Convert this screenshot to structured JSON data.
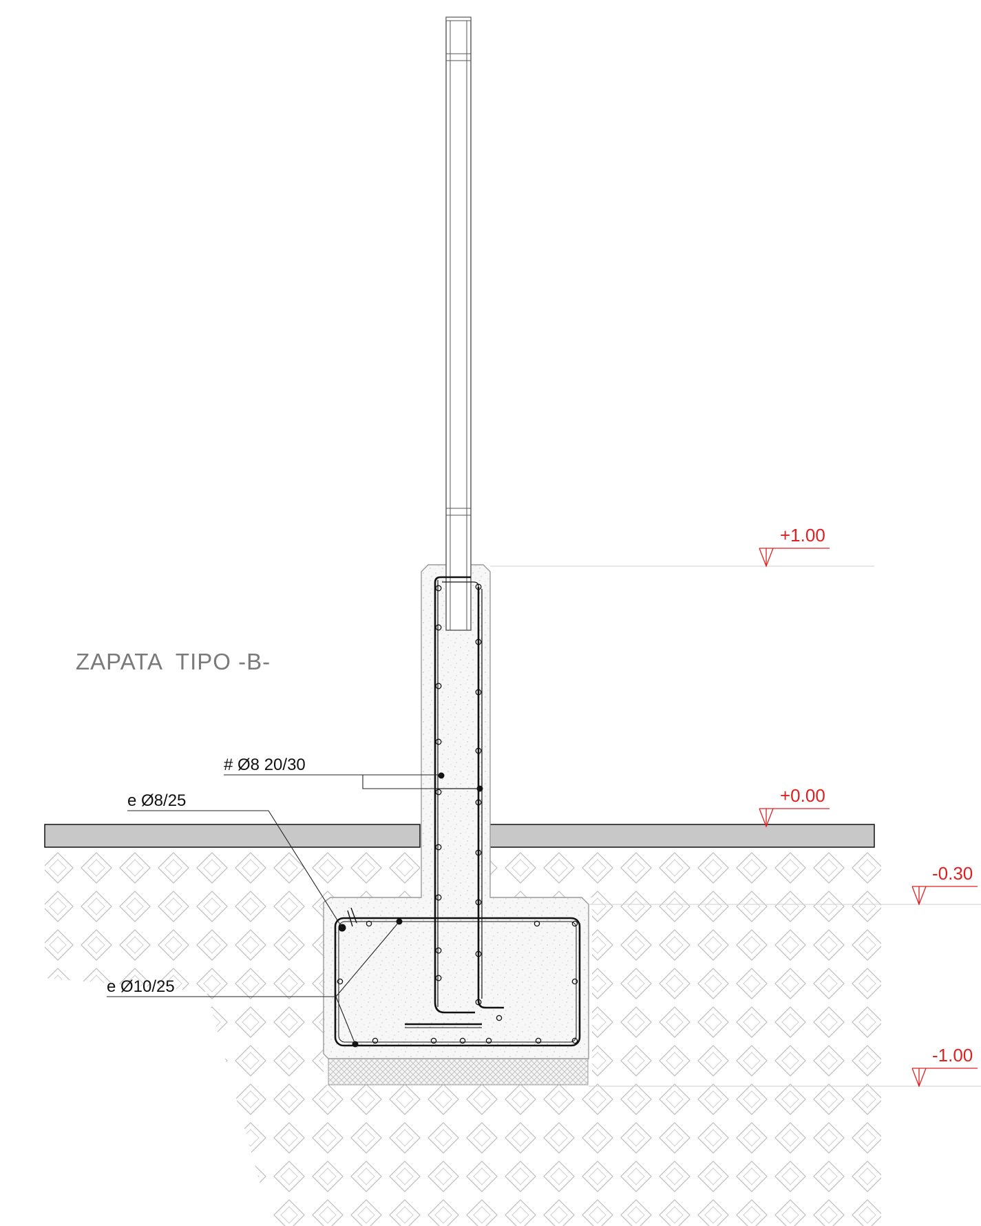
{
  "drawing": {
    "title": "ZAPATA  TIPO -B-",
    "callouts": {
      "mesh": "# Ø8 20/30",
      "stirrup_upper": "e Ø8/25",
      "stirrup_lower": "e Ø10/25"
    },
    "levels": {
      "top": "+1.00",
      "ground": "+0.00",
      "footing_top": "-0.30",
      "footing_bottom": "-1.00"
    },
    "colors": {
      "level_marker": "#e02020",
      "ground_band": "#c8c8c8",
      "line": "#111111",
      "hatch": "#bdbdbd",
      "title": "#7a7a7a"
    }
  }
}
